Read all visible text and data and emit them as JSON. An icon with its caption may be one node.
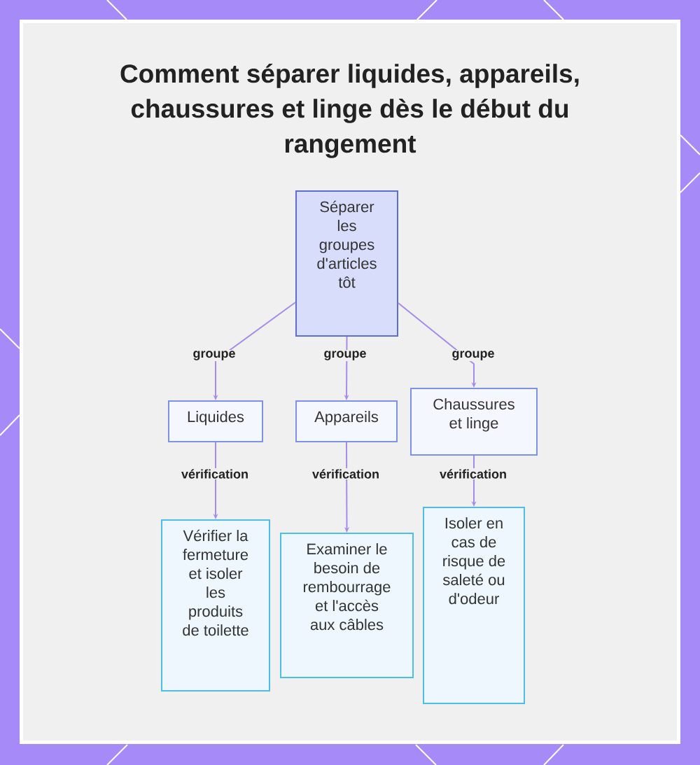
{
  "diagram": {
    "title": "Comment séparer liquides, appareils, chaussures et linge dès le début du rangement",
    "nodes": [
      {
        "text": [
          "Séparer les groupes d'articles tôt"
        ]
      },
      {
        "text": [
          "Liquides"
        ]
      },
      {
        "text": [
          "Appareils"
        ]
      },
      {
        "text": [
          "Chaussures et linge"
        ]
      },
      {
        "text": [
          "Vérifier la fermeture et isoler les produits de toilette"
        ]
      },
      {
        "text": [
          "Examiner le besoin de rembourrage et l'accès aux câbles"
        ]
      },
      {
        "text": [
          "Isoler en cas de risque de saleté ou d'odeur"
        ]
      }
    ],
    "edges": [
      {
        "from": 0,
        "to": 1,
        "arrow": "to",
        "label": "groupe"
      },
      {
        "from": 0,
        "to": 2,
        "arrow": "to",
        "label": "groupe"
      },
      {
        "from": 0,
        "to": 3,
        "arrow": "to",
        "label": "groupe"
      },
      {
        "from": 1,
        "to": 4,
        "arrow": "to",
        "label": "vérification"
      },
      {
        "from": 2,
        "to": 5,
        "arrow": "to",
        "label": "vérification"
      },
      {
        "from": 3,
        "to": 6,
        "arrow": "to",
        "label": "vérification"
      }
    ]
  }
}
